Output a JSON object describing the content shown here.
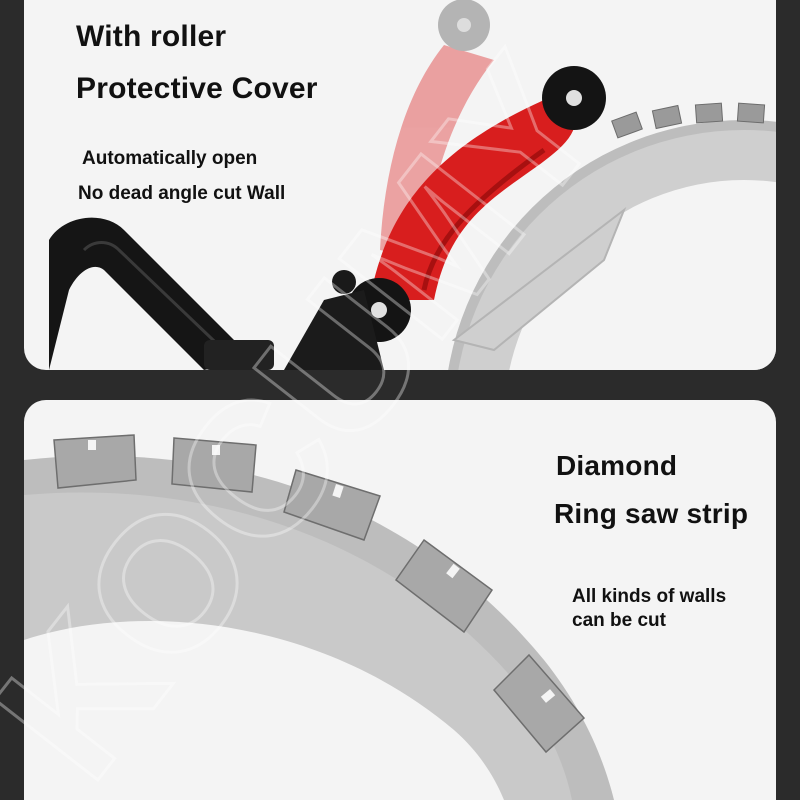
{
  "top_panel": {
    "heading_line1": "With roller",
    "heading_line2": "Protective Cover",
    "sub_line1": "Automatically open",
    "sub_line2": "No dead angle cut Wall"
  },
  "bottom_panel": {
    "heading_line1": "Diamond",
    "heading_line2": "Ring saw strip",
    "sub_line1": "All kinds of walls",
    "sub_line2": "can be cut"
  },
  "watermark": "KOCUMY",
  "colors": {
    "cover_red": "#d81e1e",
    "cover_ghost": "#e46a6a",
    "blade_gray": "#c8c8c8",
    "segment_gray": "#a9a9a9",
    "background": "#2b2b2b",
    "panel": "#f4f4f4"
  }
}
